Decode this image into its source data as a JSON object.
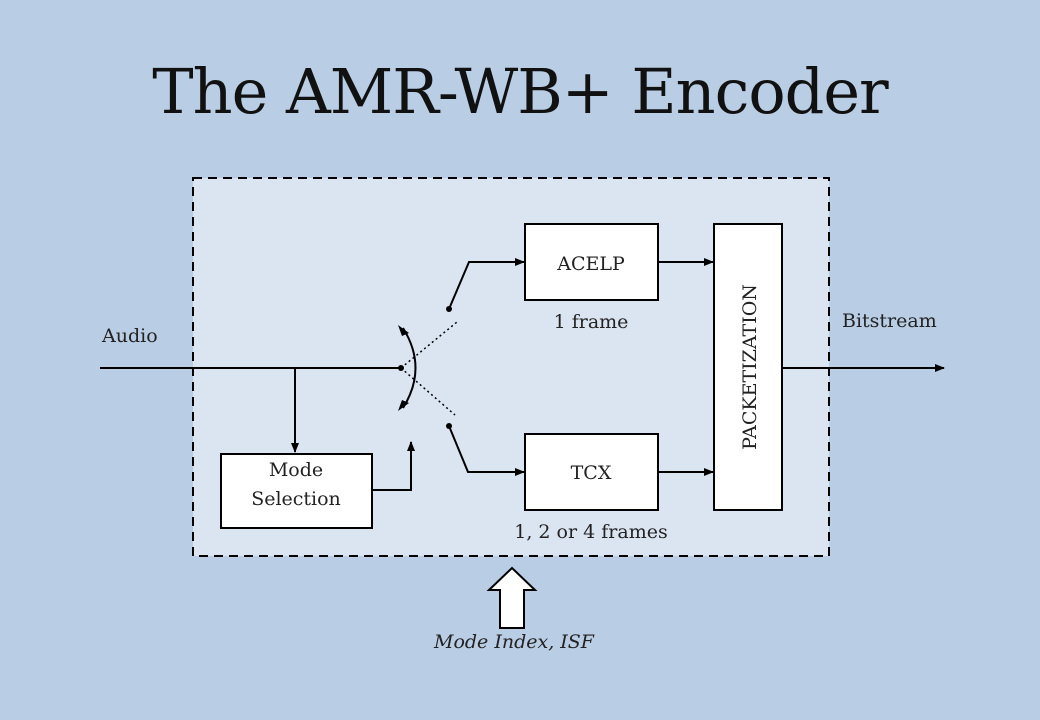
{
  "title": "The AMR-WB+ Encoder",
  "labels": {
    "audio": "Audio",
    "bitstream": "Bitstream",
    "acelp": "ACELP",
    "acelp_frames": "1 frame",
    "tcx": "TCX",
    "tcx_frames": "1, 2 or 4 frames",
    "mode_selection_line1": "Mode",
    "mode_selection_line2": "Selection",
    "packetization": "PACKETIZATION",
    "mode_index": "Mode Index, ISF"
  },
  "colors": {
    "background": "#b9cde5",
    "encoder_box_fill": "#dbe5f2",
    "block_fill": "#ffffff",
    "line": "#000000"
  }
}
